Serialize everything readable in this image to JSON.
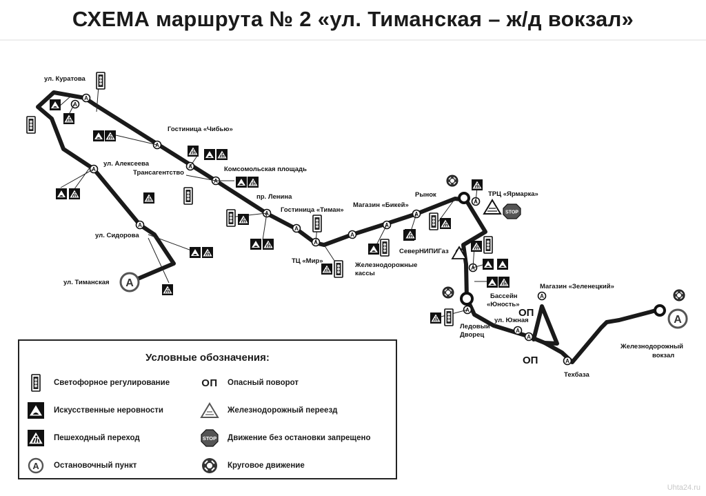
{
  "title": "СХЕМА маршрута № 2 «ул. Тиманская – ж/д вокзал»",
  "stops": {
    "kuratova": "ул. Куратова",
    "chibyu": "Гостиница «Чибью»",
    "alekseeva": "ул. Алексеева",
    "transagent": "Трансагентство",
    "komsomol": "Комсомольская площадь",
    "lenina": "пр. Ленина",
    "timan_hotel": "Гостиница «Тиман»",
    "mir": "ТЦ «Мир»",
    "sidorova": "ул. Сидорова",
    "timanskaya": "ул. Тиманская",
    "bikey": "Магазин «Бикей»",
    "zd_kassy_1": "Железнодорожные",
    "zd_kassy_2": "кассы",
    "rynok": "Рынок",
    "yarmarka": "ТРЦ «Ярмарка»",
    "severnipi": "СеверНИПИГаз",
    "yunost_1": "Бассейн",
    "yunost_2": "«Юность»",
    "zelenetsky": "Магазин «Зеленецкий»",
    "yuzhnaya": "ул. Южная",
    "ledovy_1": "Ледовый",
    "ledovy_2": "Дворец",
    "tekhbaza": "Техбаза",
    "vokzal_1": "Железнодорожный",
    "vokzal_2": "вокзал"
  },
  "map_marks": {
    "stop_letter": "А",
    "op": "ОП",
    "stop_sign": "STOP"
  },
  "legend": {
    "title": "Условные обозначения:",
    "items": [
      {
        "icon": "traffic-light-icon",
        "label": "Светофорное регулирование"
      },
      {
        "icon": "speed-bump-icon",
        "label": "Искусственные неровности"
      },
      {
        "icon": "pedestrian-crossing-icon",
        "label": "Пешеходный переход"
      },
      {
        "icon": "bus-stop-icon",
        "label": "Остановочный пункт"
      },
      {
        "icon": "dangerous-turn-icon",
        "label": "Опасный поворот"
      },
      {
        "icon": "railway-crossing-icon",
        "label": "Железнодорожный переезд"
      },
      {
        "icon": "stop-sign-icon",
        "label": "Движение без остановки запрещено"
      },
      {
        "icon": "roundabout-icon",
        "label": "Круговое движение"
      }
    ]
  },
  "watermark": "Uhta24.ru",
  "colors": {
    "route": "#1a1a1a",
    "background": "#ffffff"
  }
}
